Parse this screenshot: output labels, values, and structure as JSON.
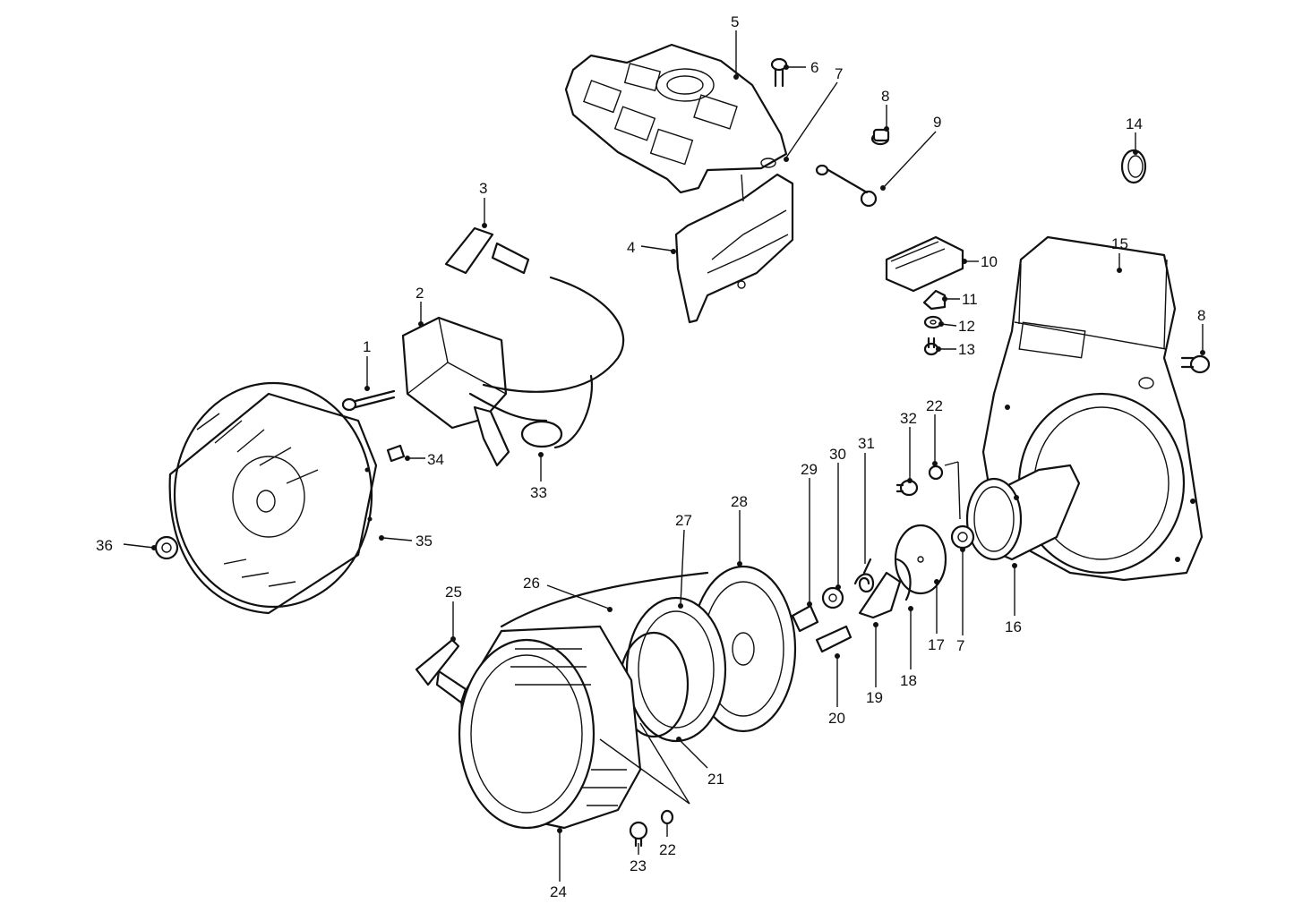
{
  "labels": {
    "n1": "1",
    "n2": "2",
    "n3": "3",
    "n4": "4",
    "n5": "5",
    "n6": "6",
    "n7a": "7",
    "n7b": "7",
    "n8a": "8",
    "n8b": "8",
    "n9": "9",
    "n10": "10",
    "n11": "11",
    "n12": "12",
    "n13": "13",
    "n14": "14",
    "n15": "15",
    "n16": "16",
    "n17": "17",
    "n18": "18",
    "n19": "19",
    "n20": "20",
    "n21": "21",
    "n22a": "22",
    "n22b": "22",
    "n23": "23",
    "n24": "24",
    "n25": "25",
    "n26": "26",
    "n27": "27",
    "n28": "28",
    "n29": "29",
    "n30": "30",
    "n31": "31",
    "n32": "32",
    "n33": "33",
    "n34": "34",
    "n35": "35",
    "n36": "36"
  },
  "colors": {
    "ink": "#111111",
    "paper": "#ffffff"
  }
}
